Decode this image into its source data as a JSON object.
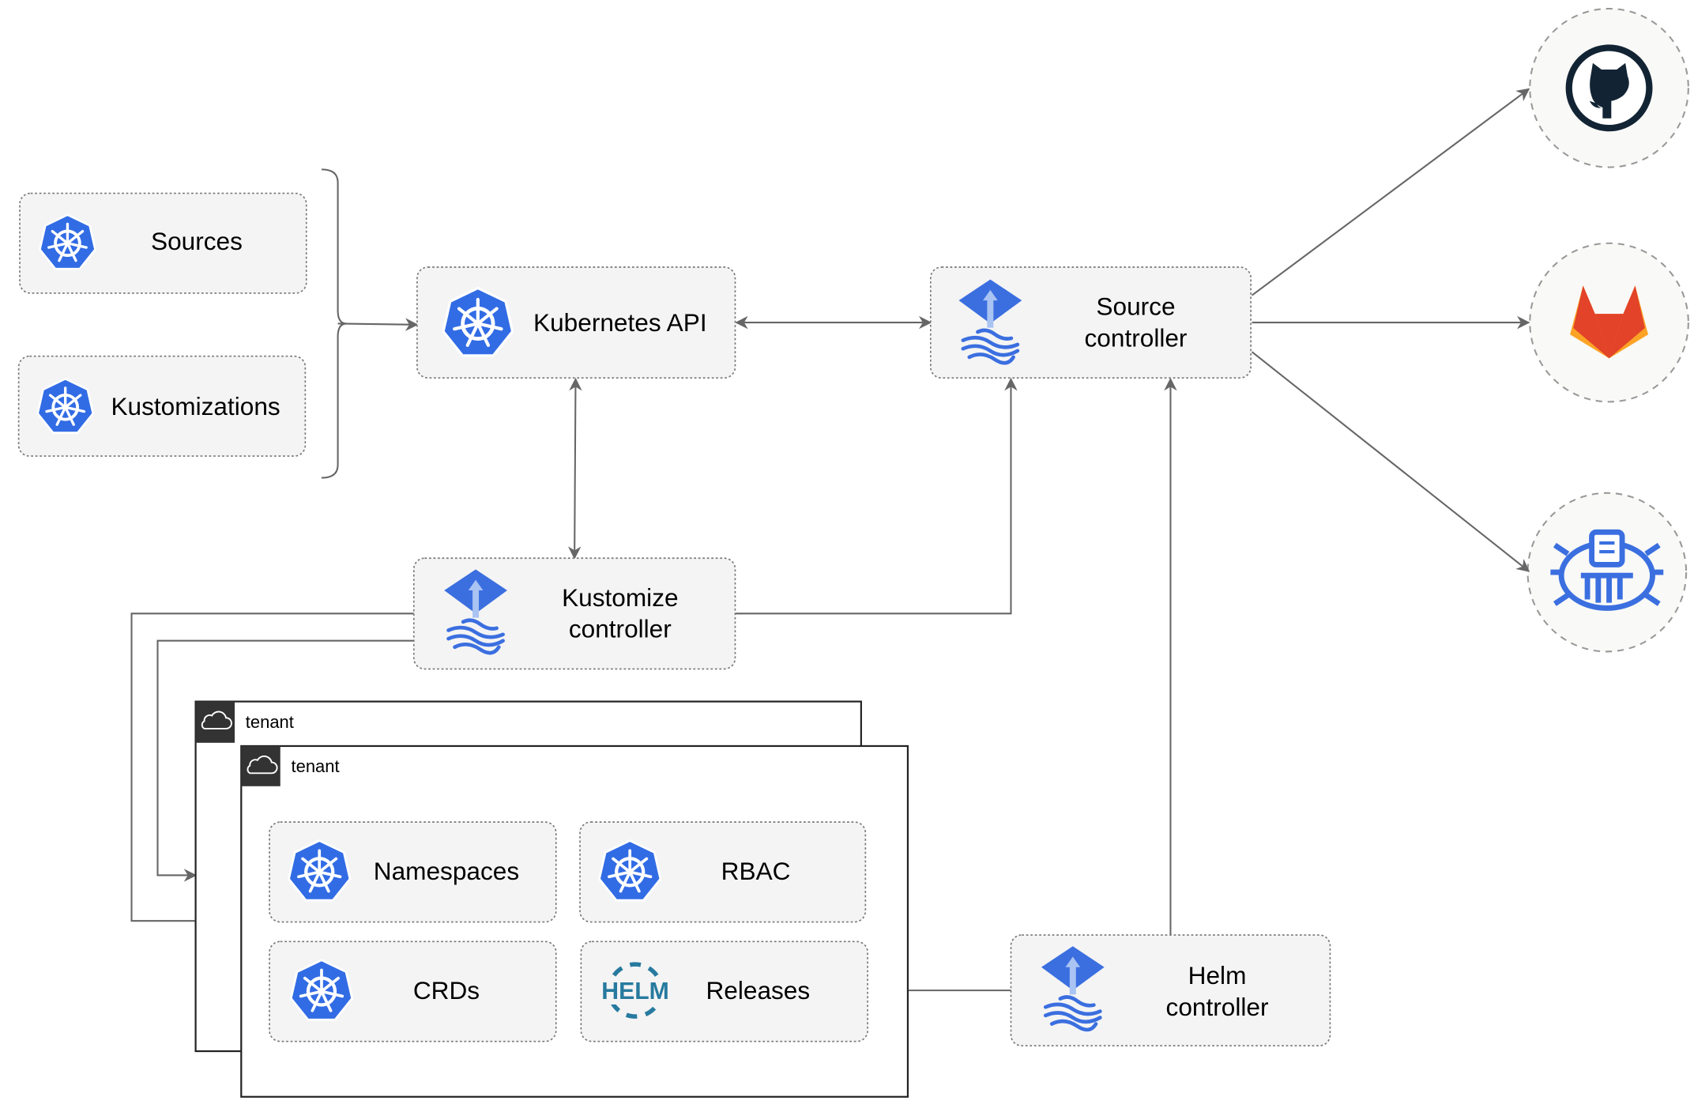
{
  "nodes": {
    "sources": "Sources",
    "kustomizations": "Kustomizations",
    "kubernetes_api": "Kubernetes API",
    "source_controller": [
      "Source",
      "controller"
    ],
    "kustomize_controller": [
      "Kustomize",
      "controller"
    ],
    "helm_controller": [
      "Helm",
      "controller"
    ],
    "namespaces": "Namespaces",
    "rbac": "RBAC",
    "crds": "CRDs",
    "releases": "Releases",
    "helm_logo": "HELM"
  },
  "tenants": [
    "tenant",
    "tenant"
  ],
  "external_sources": [
    "github-icon",
    "gitlab-icon",
    "bucket-icon"
  ],
  "colors": {
    "kubernetes_blue": "#326ce5",
    "flux_blue": "#3b6fe0",
    "github_dark": "#122434",
    "gitlab_orange": "#e24329",
    "gitlab_light": "#fca326",
    "helm_blue": "#277a9f",
    "edge": "#666666"
  }
}
